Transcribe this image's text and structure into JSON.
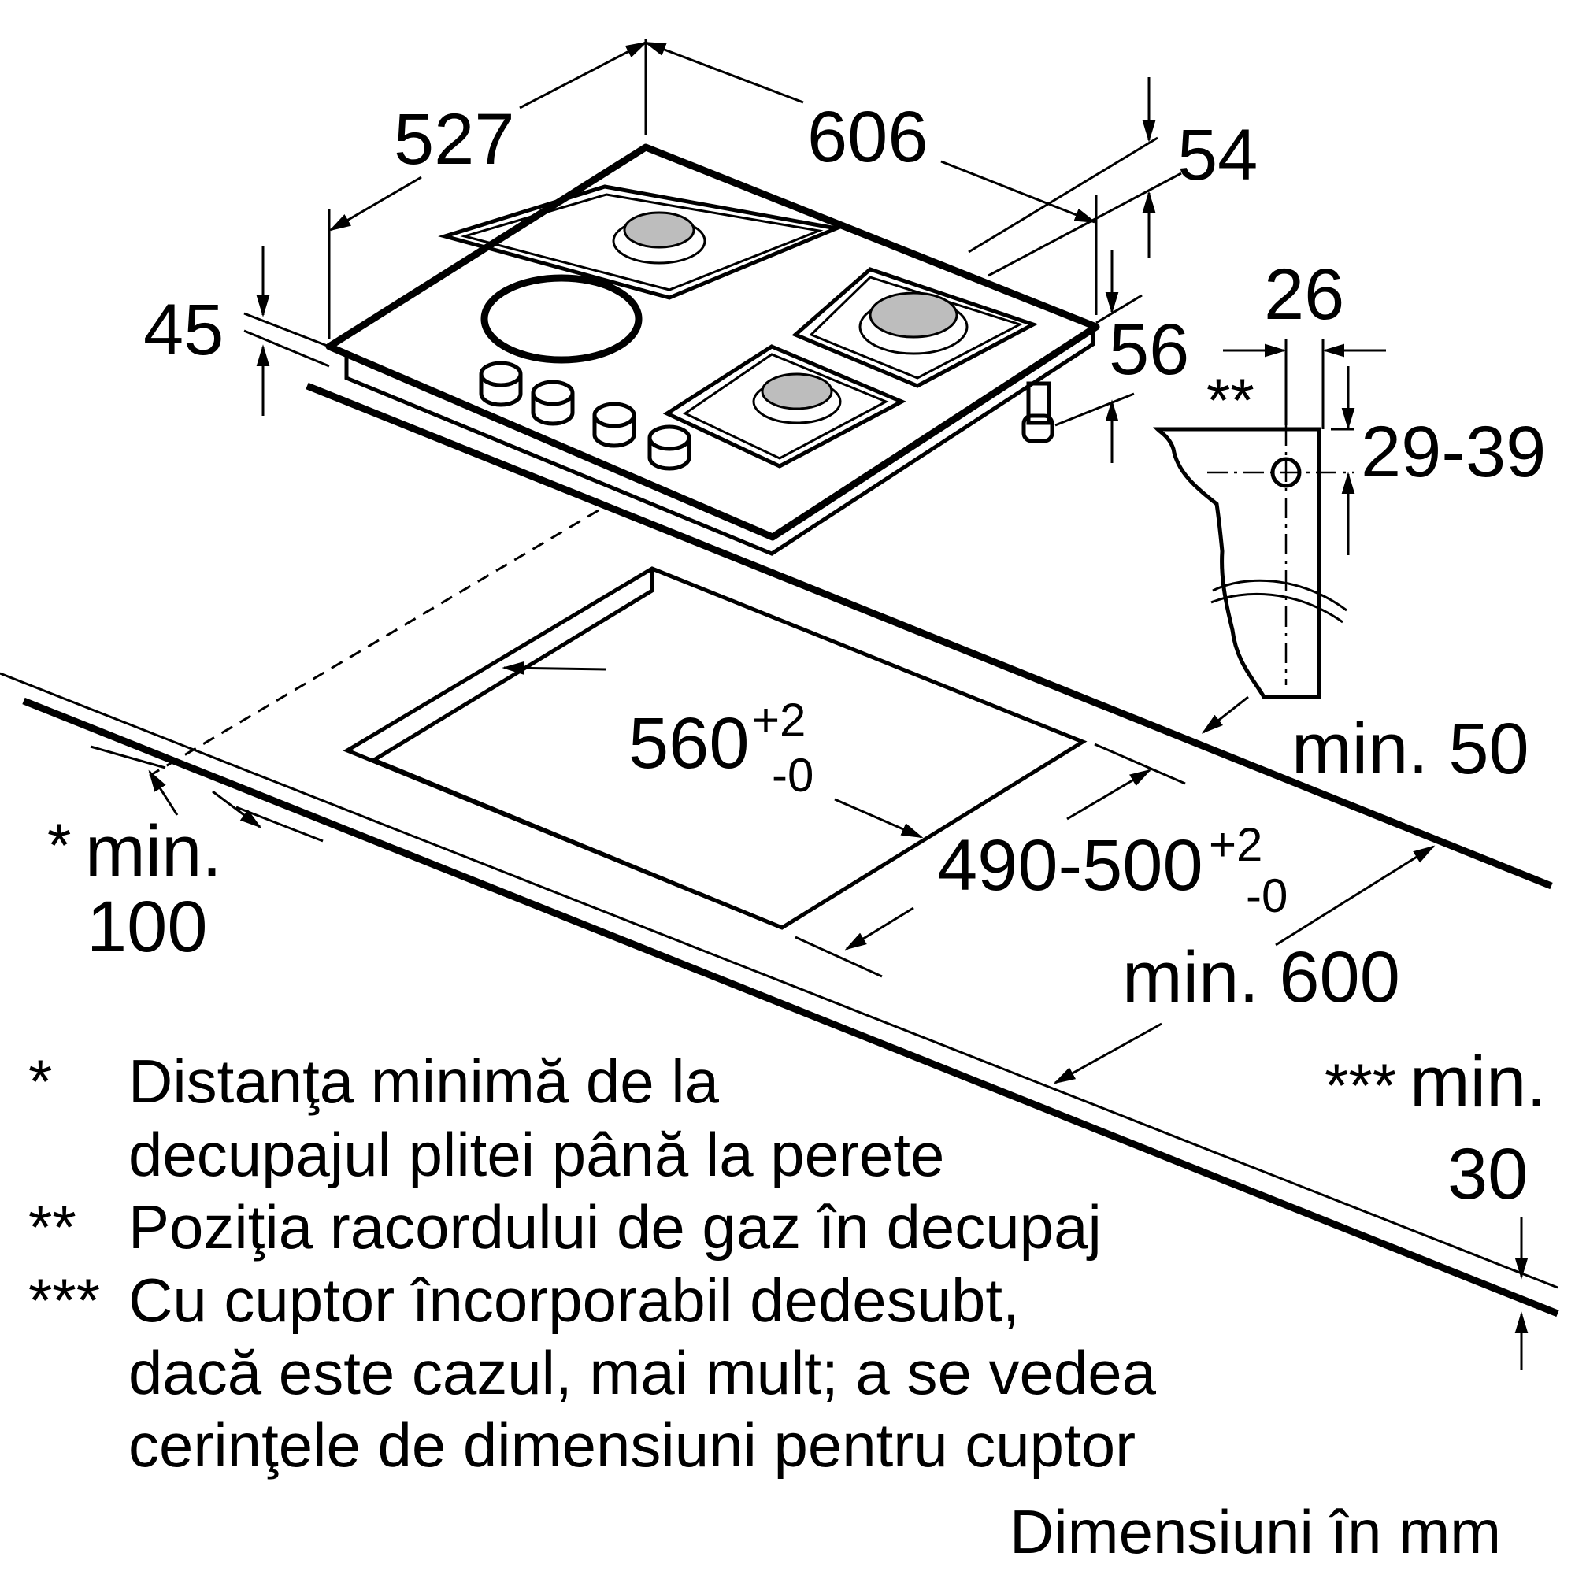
{
  "dimensions": {
    "depth": "527",
    "width": "606",
    "top_offset": "54",
    "height": "45",
    "leg": "56",
    "connector_width": "26",
    "connector_height": "29-39",
    "connector_mark": "**",
    "cutout_width": "560",
    "cutout_width_tol_plus": "+2",
    "cutout_width_tol_minus": "-0",
    "cutout_depth": "490-500",
    "cutout_depth_tol_plus": "+2",
    "cutout_depth_tol_minus": "-0",
    "min_wall_side_mark": "*",
    "min_wall_side_label": "min.",
    "min_wall_side_value": "100",
    "min_back": "min. 50",
    "min_worktop_depth": "min. 600",
    "min_worktop_thickness_mark": "***",
    "min_worktop_thickness_label": "min.",
    "min_worktop_thickness_value": "30"
  },
  "notes": [
    {
      "mark": "*",
      "lines": [
        "Distanţa minimă de la",
        "decupajul plitei până la perete"
      ]
    },
    {
      "mark": "**",
      "lines": [
        "Poziţia racordului de gaz în decupaj"
      ]
    },
    {
      "mark": "***",
      "lines": [
        "Cu cuptor încorporabil dedesubt,",
        "dacă este cazul, mai mult; a se vedea",
        "cerinţele de dimensiuni pentru cuptor"
      ]
    }
  ],
  "units_caption": "Dimensiuni în mm"
}
